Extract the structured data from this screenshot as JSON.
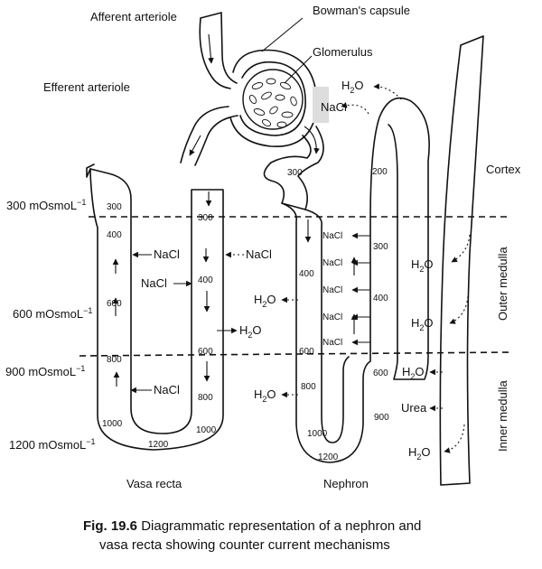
{
  "labels": {
    "afferent": "Afferent arteriole",
    "bowman": "Bowman's capsule",
    "glomerulus": "Glomerulus",
    "efferent": "Efferent arteriole",
    "vasa_recta": "Vasa recta",
    "nephron": "Nephron",
    "cortex": "Cortex",
    "outer_medulla": "Outer medulla",
    "inner_medulla": "Inner medulla",
    "urea": "Urea",
    "h2o": "H",
    "h2o_sub": "2",
    "h2o_tail": "O",
    "nacl": "NaCl"
  },
  "osmolarity": {
    "unit": "mOsmoL",
    "exponent": "−1",
    "levels": [
      "300",
      "600",
      "900",
      "1200"
    ]
  },
  "vasa_recta_values": [
    "300",
    "400",
    "600",
    "800",
    "1000",
    "1200",
    "1000",
    "800",
    "600",
    "400",
    "300"
  ],
  "nephron_values": [
    "300",
    "200",
    "400",
    "600",
    "800",
    "1000",
    "1200",
    "900",
    "600",
    "400",
    "300"
  ],
  "caption": {
    "fig": "Fig. 19.6",
    "line1": "Diagrammatic representation of a nephron and",
    "line2": "vasa recta showing counter current mechanisms"
  }
}
